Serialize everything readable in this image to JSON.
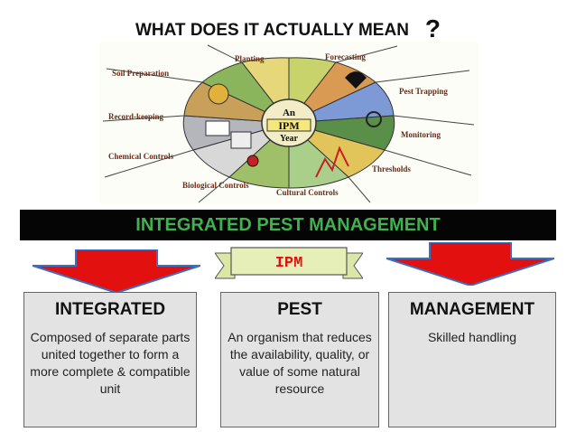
{
  "title": {
    "text": "WHAT DOES IT ACTUALLY MEAN",
    "mark": "?"
  },
  "wheel": {
    "center_lines": [
      "An",
      "IPM",
      "Year"
    ],
    "segments": [
      "Planting",
      "Forecasting",
      "Pest Trapping",
      "Monitoring",
      "Thresholds",
      "Cultural Controls",
      "Biological Controls",
      "Chemical Controls",
      "Record-keeping",
      "Soil Preparation"
    ]
  },
  "banner": {
    "text": "INTEGRATED PEST MANAGEMENT"
  },
  "ribbon": {
    "text": "IPM"
  },
  "boxes": [
    {
      "title": "INTEGRATED",
      "body": "Composed of separate parts united together to form a more complete & compatible unit"
    },
    {
      "title": "PEST",
      "body": "An organism that reduces the availability, quality, or value of some natural resource"
    },
    {
      "title": "MANAGEMENT",
      "body": "Skilled handling"
    }
  ],
  "colors": {
    "banner_text": "#3fb24d",
    "arrow": "#e31010",
    "ribbon_text": "#e31010"
  }
}
